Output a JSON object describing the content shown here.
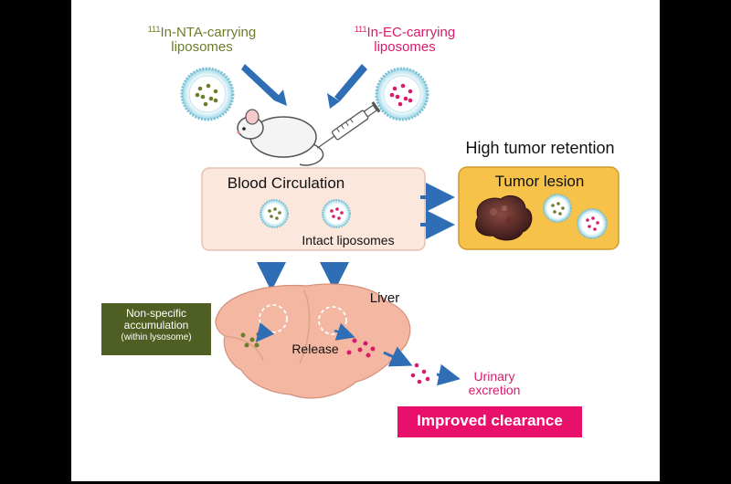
{
  "labels": {
    "nta_prefix": "111",
    "nta_line1": "In-NTA-carrying",
    "nta_line2": "liposomes",
    "ec_prefix": "111",
    "ec_line1": "In-EC-carrying",
    "ec_line2": "liposomes",
    "high_retention": "High tumor retention",
    "blood_circulation": "Blood Circulation",
    "intact_liposomes": "Intact liposomes",
    "tumor_lesion": "Tumor lesion",
    "liver": "Liver",
    "nonspecific_line1": "Non-specific",
    "nonspecific_line2": "accumulation",
    "nonspecific_line3": "(within lysosome)",
    "release": "Release",
    "urinary_line1": "Urinary",
    "urinary_line2": "excretion",
    "improved_clearance": "Improved clearance"
  },
  "colors": {
    "nta_green": "#6b7d2a",
    "ec_pink": "#d81b6b",
    "blood_box_fill": "#fbe7dc",
    "tumor_box_fill": "#f7c24a",
    "arrow_blue": "#2f6db5",
    "nonspecific_fill": "#4f5e22",
    "clearance_fill": "#e8106a",
    "liver_fill": "#f3b7a2"
  }
}
